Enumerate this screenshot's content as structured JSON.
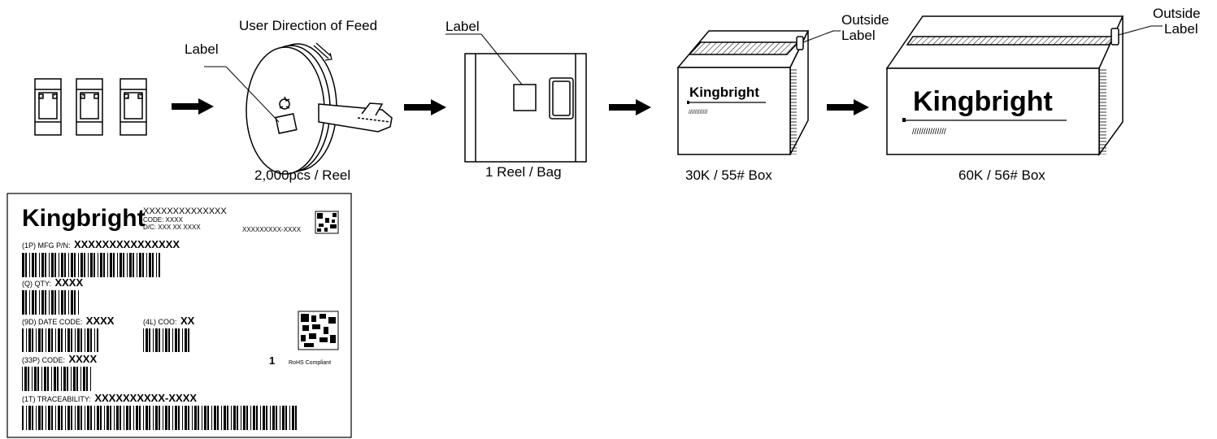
{
  "title_feed": "User Direction of Feed",
  "flow": {
    "reel_label": "Label",
    "bag_label": "Label",
    "box1_label_line1": "Outside",
    "box1_label_line2": "Label",
    "box2_label_line1": "Outside",
    "box2_label_line2": "Label",
    "brand": "Kingbright",
    "box1_hatch": "////////////",
    "box2_hatch": "///////////////",
    "captions": [
      "2,000pcs / Reel",
      "1 Reel / Bag",
      "30K / 55# Box",
      "60K / 56# Box"
    ]
  },
  "label_card": {
    "brand": "Kingbright",
    "top_code": "XXXXXXXXXXXXXX",
    "code_line": "CODE: XXXX",
    "dc_line": "D/C: XXX XX XXXX",
    "serial": "XXXXXXXXX-XXXX",
    "mfg_prefix": "(1P) MFG P/N:",
    "mfg_value": "XXXXXXXXXXXXXXX",
    "qty_prefix": "(Q) QTY:",
    "qty_value": "XXXX",
    "date_prefix": "(9D) DATE CODE:",
    "date_value": "XXXX",
    "coo_prefix": "(4L) COO:",
    "coo_value": "XX",
    "code_prefix": "(33P) CODE:",
    "code_value": "XXXX",
    "count": "1",
    "rohs": "RoHS Compliant",
    "trace_prefix": "(1T) TRACEABILITY:",
    "trace_value": "XXXXXXXXXX-XXXX"
  }
}
